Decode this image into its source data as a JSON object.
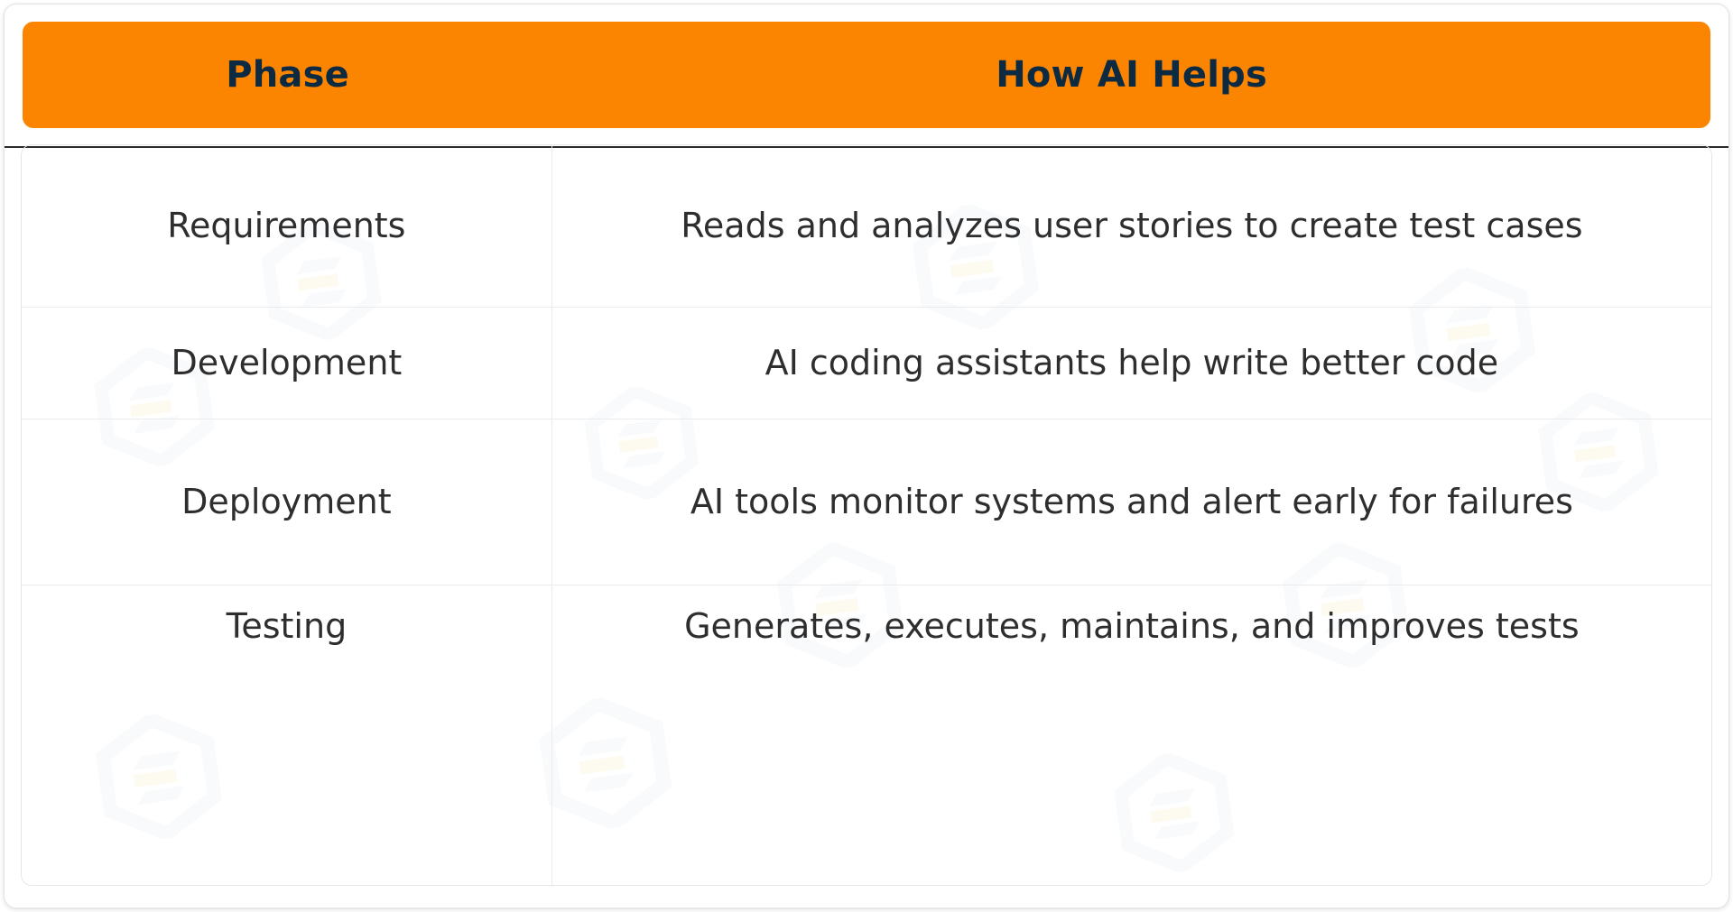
{
  "table": {
    "columns": [
      {
        "key": "phase",
        "label": "Phase"
      },
      {
        "key": "helps",
        "label": "How AI Helps"
      }
    ],
    "rows": [
      {
        "phase": "Requirements",
        "helps": "Reads and analyzes user stories to create test cases"
      },
      {
        "phase": "Development",
        "helps": "AI coding assistants help write better code"
      },
      {
        "phase": "Deployment",
        "helps": "AI tools monitor systems and alert early for failures"
      },
      {
        "phase": "Testing",
        "helps": "Generates, executes, maintains, and improves tests"
      }
    ]
  },
  "watermark": {
    "icon_name": "hexagon-s-logo-watermark",
    "count": 10
  },
  "colors": {
    "header_background": "#fb8500",
    "header_text": "#0d2a43",
    "body_text": "#2e2e2e",
    "card_background": "#ffffff",
    "border": "#e4e7ea",
    "row_divider": "#e9ebed",
    "header_rule": "#2b2b2b",
    "watermark_tint": "#f4f7fb",
    "watermark_accent": "#fdf6e3"
  }
}
